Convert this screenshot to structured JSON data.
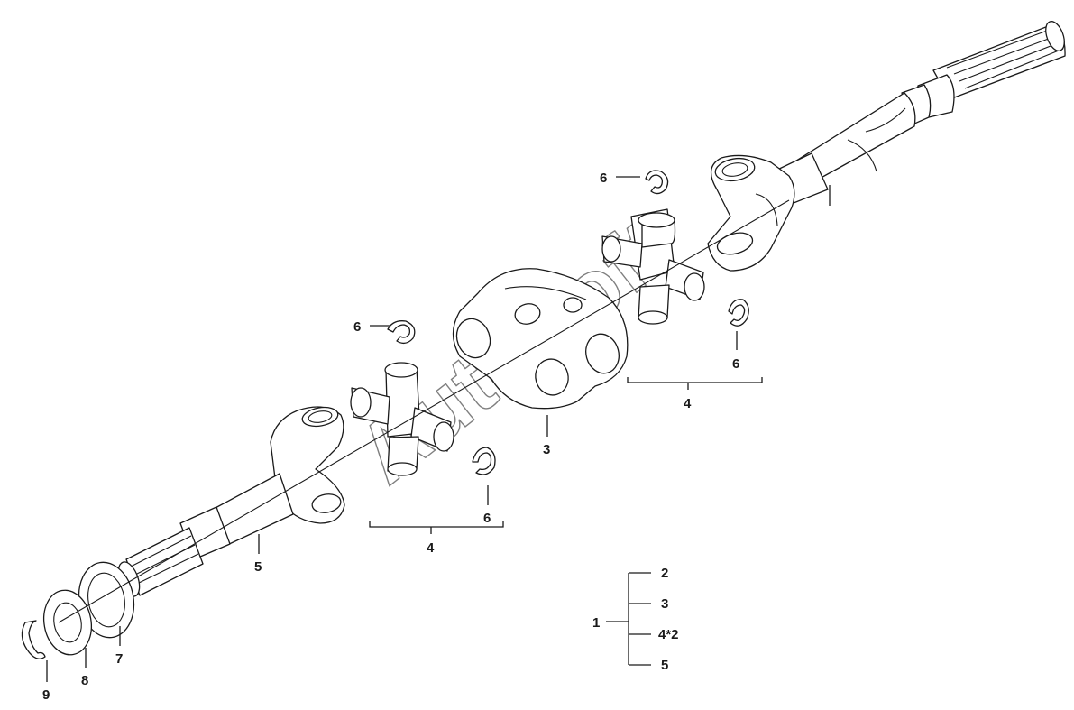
{
  "watermark": "AutoSoft",
  "callouts": {
    "c6_a": "6",
    "c6_b": "6",
    "c6_c": "6",
    "c6_d": "6",
    "c4_a": "4",
    "c4_b": "4",
    "c3": "3",
    "c5": "5",
    "c7": "7",
    "c8": "8",
    "c9": "9"
  },
  "legend": {
    "parent": "1",
    "children": [
      "2",
      "3",
      "4*2",
      "5"
    ]
  }
}
